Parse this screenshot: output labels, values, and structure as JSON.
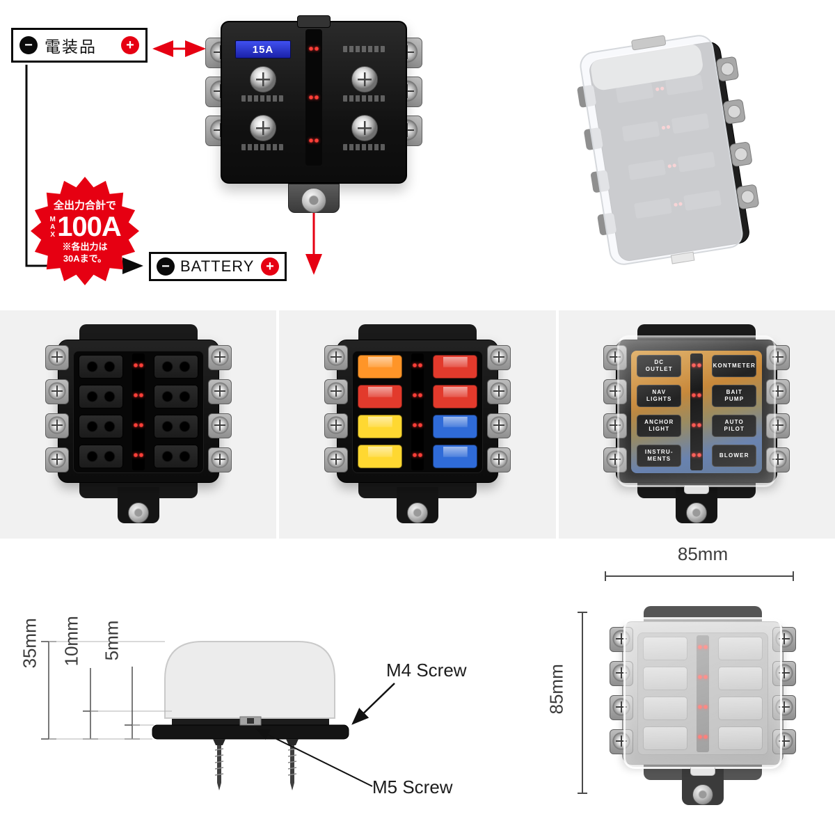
{
  "colors": {
    "accent_red": "#e60012",
    "led_red": "#ff4038",
    "lcd_blue": "#2433cf",
    "fuse_colors": [
      [
        "#ff9528",
        "#e23a2c"
      ],
      [
        "#e23a2c",
        "#e23a2c"
      ],
      [
        "#ffd831",
        "#2f6bd8"
      ],
      [
        "#ffd831",
        "#2f6bd8"
      ]
    ]
  },
  "wiring": {
    "device_label": "電装品",
    "battery_label": "BATTERY",
    "minus_symbol": "−",
    "plus_symbol": "+",
    "display_value": "15A",
    "badge": {
      "line1": "全出力合計で",
      "max_label": "MAX",
      "amp_value": "100A",
      "note_line1": "※各出力は",
      "note_line2": "30Aまで。"
    }
  },
  "covered_box": {
    "stickers": [
      "DC\nOUTLET",
      "KONTMETER",
      "NAV\nLIGHTS",
      "BAIT\nPUMP",
      "ANCHOR\nLIGHT",
      "AUTO\nPILOT",
      "INSTRU-\nMENTS",
      "BLOWER"
    ]
  },
  "dimensions": {
    "height_total": "35mm",
    "height_body": "10mm",
    "height_base": "5mm",
    "screw_side": "M4 Screw",
    "screw_center": "M5 Screw",
    "width_top": "85mm",
    "height_left": "85mm"
  }
}
